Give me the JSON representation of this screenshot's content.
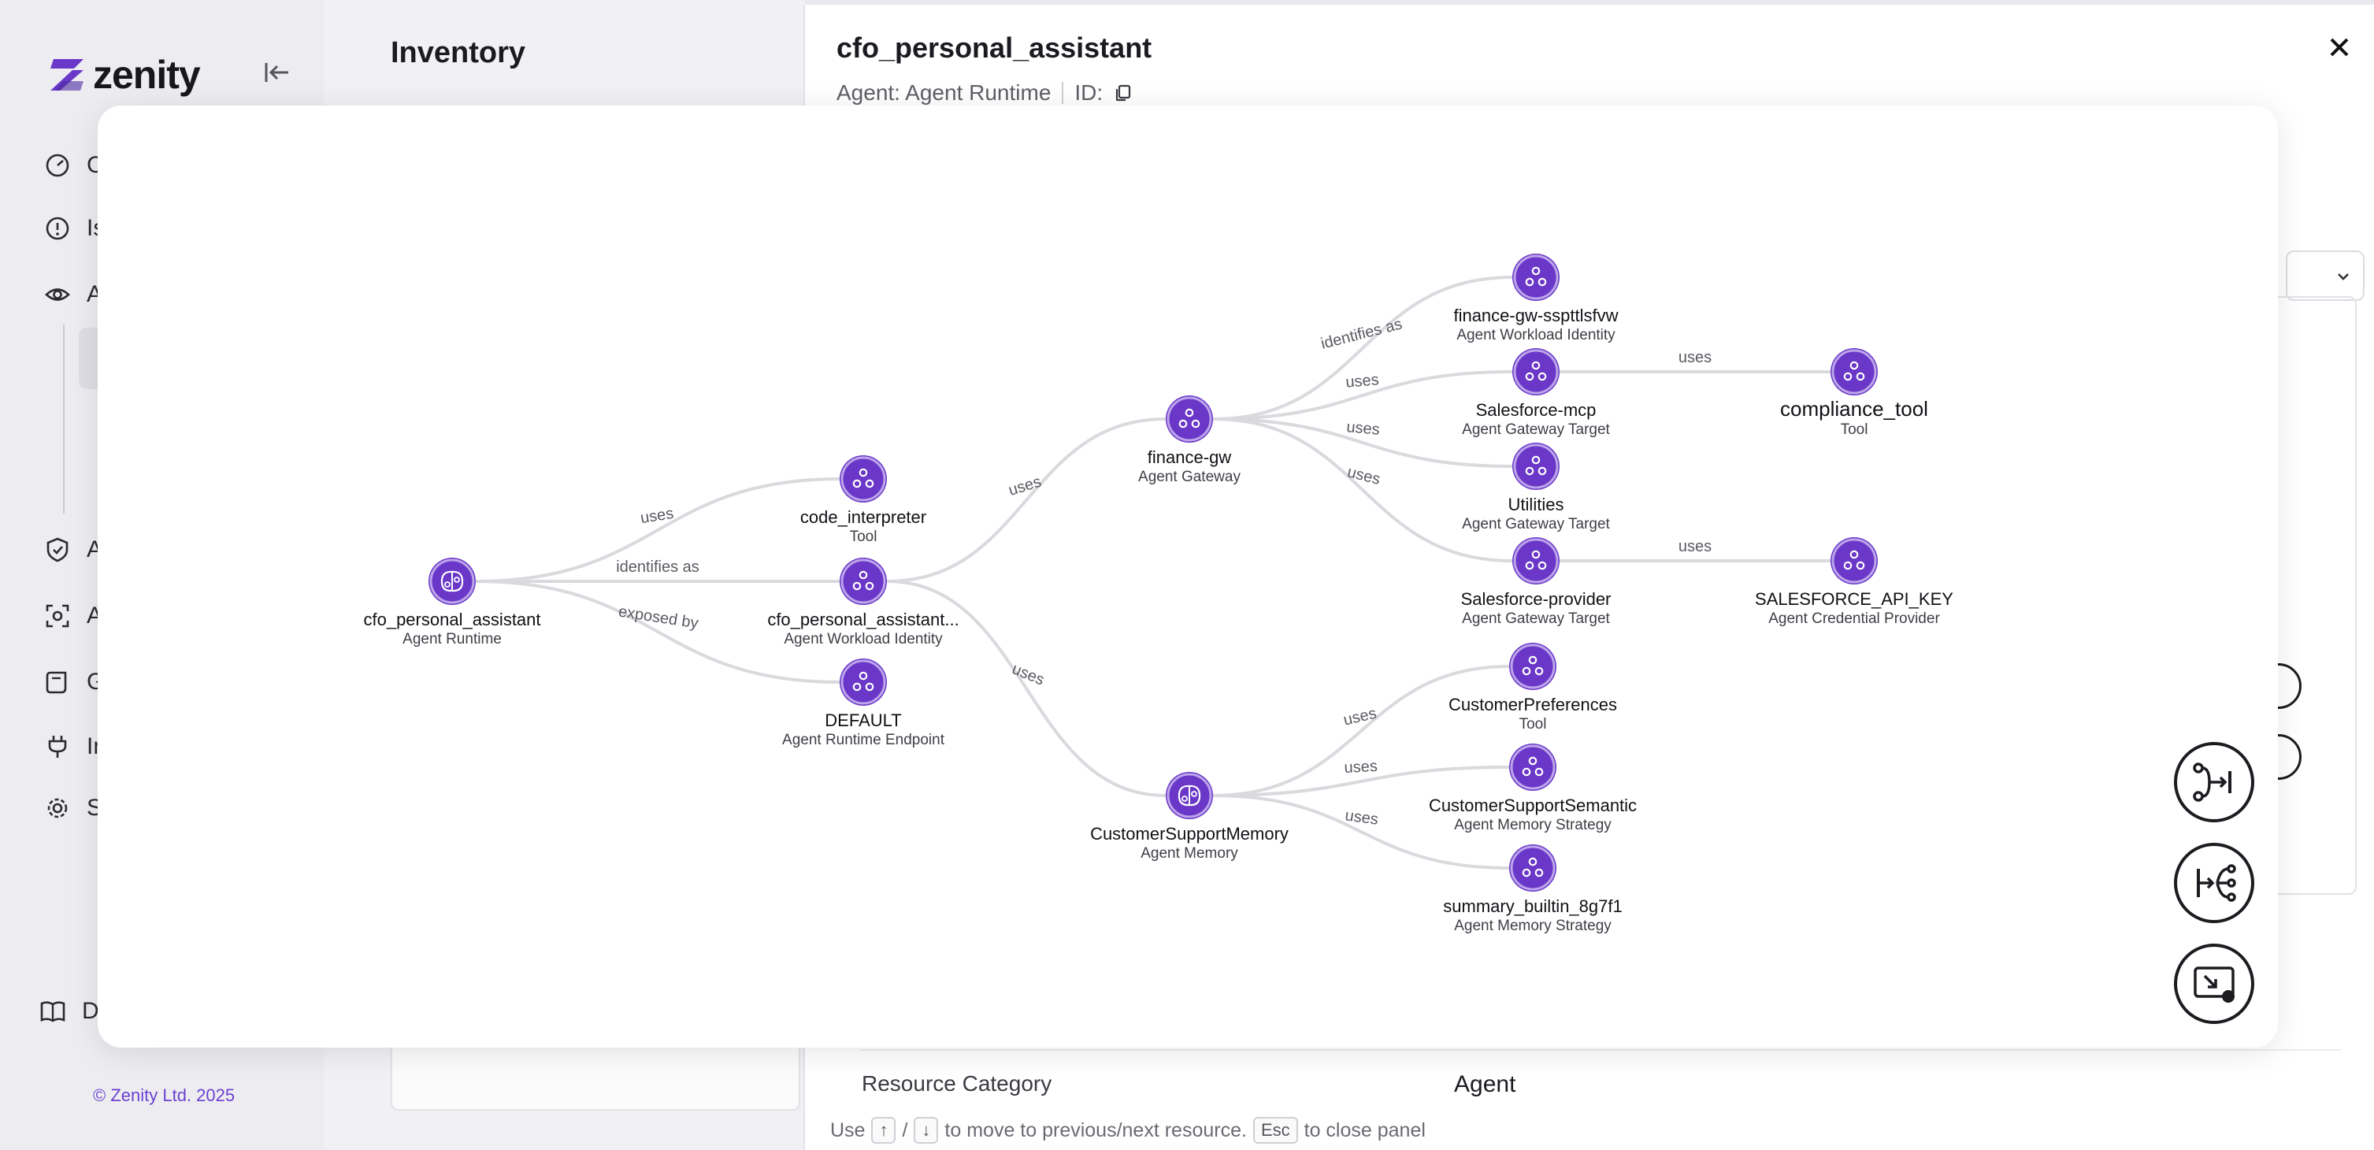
{
  "app": {
    "brand": "zenity",
    "copyright": "© Zenity Ltd. 2025",
    "accent": "#6a37c8",
    "nav": [
      {
        "label": "C",
        "icon": "gauge-icon"
      },
      {
        "label": "Is",
        "icon": "alert-circle-icon"
      },
      {
        "label": "A",
        "icon": "eye-icon"
      },
      {
        "label": "A",
        "icon": "shield-icon"
      },
      {
        "label": "A",
        "icon": "scan-icon"
      },
      {
        "label": "G",
        "icon": "scroll-icon"
      },
      {
        "label": "In",
        "icon": "plug-icon"
      },
      {
        "label": "S",
        "icon": "gear-icon"
      }
    ],
    "docs_label": "Do"
  },
  "inventory": {
    "title": "Inventory"
  },
  "panel": {
    "title": "cfo_personal_assistant",
    "subtitle_type": "Agent: Agent Runtime",
    "subtitle_id_label": "ID:",
    "resource_category_label": "Resource Category",
    "resource_category_value": "Agent",
    "hint": {
      "use": "Use",
      "up_key": "↑",
      "slash": "/",
      "down_key": "↓",
      "move_text": "to move to previous/next resource.",
      "esc_key": "Esc",
      "close_text": "to close panel"
    }
  },
  "graph": {
    "nodes": [
      {
        "id": "cfo",
        "name": "cfo_personal_assistant",
        "type": "Agent Runtime",
        "icon": "brain-icon"
      },
      {
        "id": "code",
        "name": "code_interpreter",
        "type": "Tool",
        "icon": "network-icon"
      },
      {
        "id": "cfoid",
        "name": "cfo_personal_assistant...",
        "type": "Agent Workload Identity",
        "icon": "network-icon"
      },
      {
        "id": "default",
        "name": "DEFAULT",
        "type": "Agent Runtime Endpoint",
        "icon": "network-icon"
      },
      {
        "id": "fgw",
        "name": "finance-gw",
        "type": "Agent Gateway",
        "icon": "network-icon"
      },
      {
        "id": "csm",
        "name": "CustomerSupportMemory",
        "type": "Agent Memory",
        "icon": "brain-icon"
      },
      {
        "id": "fgwid",
        "name": "finance-gw-sspttlsfvw",
        "type": "Agent Workload Identity",
        "icon": "network-icon"
      },
      {
        "id": "sfmcp",
        "name": "Salesforce-mcp",
        "type": "Agent Gateway Target",
        "icon": "network-icon"
      },
      {
        "id": "util",
        "name": "Utilities",
        "type": "Agent Gateway Target",
        "icon": "network-icon"
      },
      {
        "id": "sfprov",
        "name": "Salesforce-provider",
        "type": "Agent Gateway Target",
        "icon": "network-icon"
      },
      {
        "id": "comp",
        "name": "compliance_tool",
        "type": "Tool",
        "icon": "network-icon"
      },
      {
        "id": "apikey",
        "name": "SALESFORCE_API_KEY",
        "type": "Agent Credential Provider",
        "icon": "network-icon"
      },
      {
        "id": "cpref",
        "name": "CustomerPreferences",
        "type": "Tool",
        "icon": "network-icon"
      },
      {
        "id": "cssem",
        "name": "CustomerSupportSemantic",
        "type": "Agent Memory Strategy",
        "icon": "network-icon"
      },
      {
        "id": "summ",
        "name": "summary_builtin_8g7f1",
        "type": "Agent Memory Strategy",
        "icon": "network-icon"
      }
    ],
    "edges": [
      {
        "from": "cfo",
        "to": "code",
        "label": "uses"
      },
      {
        "from": "cfo",
        "to": "cfoid",
        "label": "identifies as"
      },
      {
        "from": "cfo",
        "to": "default",
        "label": "exposed by"
      },
      {
        "from": "cfoid",
        "to": "fgw",
        "label": "uses"
      },
      {
        "from": "cfoid",
        "to": "csm",
        "label": "uses"
      },
      {
        "from": "fgw",
        "to": "fgwid",
        "label": "identifies as"
      },
      {
        "from": "fgw",
        "to": "sfmcp",
        "label": "uses"
      },
      {
        "from": "fgw",
        "to": "util",
        "label": "uses"
      },
      {
        "from": "fgw",
        "to": "sfprov",
        "label": "uses"
      },
      {
        "from": "sfmcp",
        "to": "comp",
        "label": "uses"
      },
      {
        "from": "sfprov",
        "to": "apikey",
        "label": "uses"
      },
      {
        "from": "csm",
        "to": "cpref",
        "label": "uses"
      },
      {
        "from": "csm",
        "to": "cssem",
        "label": "uses"
      },
      {
        "from": "csm",
        "to": "summ",
        "label": "uses"
      }
    ],
    "controls": [
      {
        "name": "expand-right-control",
        "icon": "tree-expand-icon"
      },
      {
        "name": "expand-left-control",
        "icon": "tree-branch-icon"
      },
      {
        "name": "fit-view-control",
        "icon": "picture-in-picture-icon"
      }
    ]
  }
}
